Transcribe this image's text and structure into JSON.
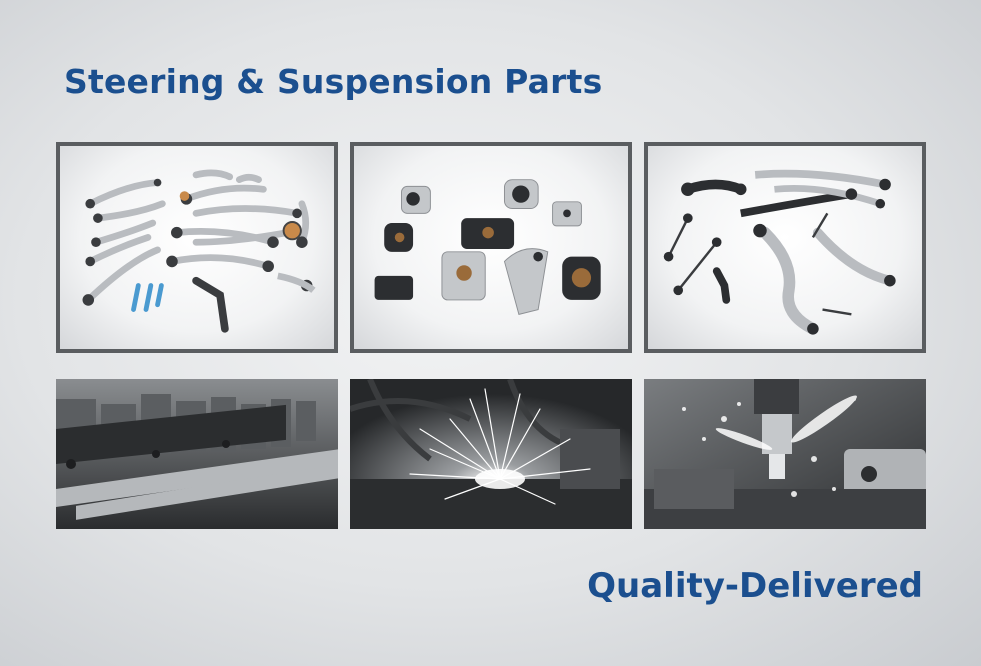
{
  "title": "Steering & Suspension Parts",
  "tagline": "Quality-Delivered",
  "colors": {
    "brand_blue": "#1b4f8f",
    "frame_gray": "#5a5d60"
  },
  "images": {
    "products": [
      "control-arms-photo",
      "bushings-mounts-photo",
      "links-tie-rods-photo"
    ],
    "factory": [
      "press-brake-photo",
      "welding-sparks-photo",
      "cnc-milling-photo"
    ]
  }
}
